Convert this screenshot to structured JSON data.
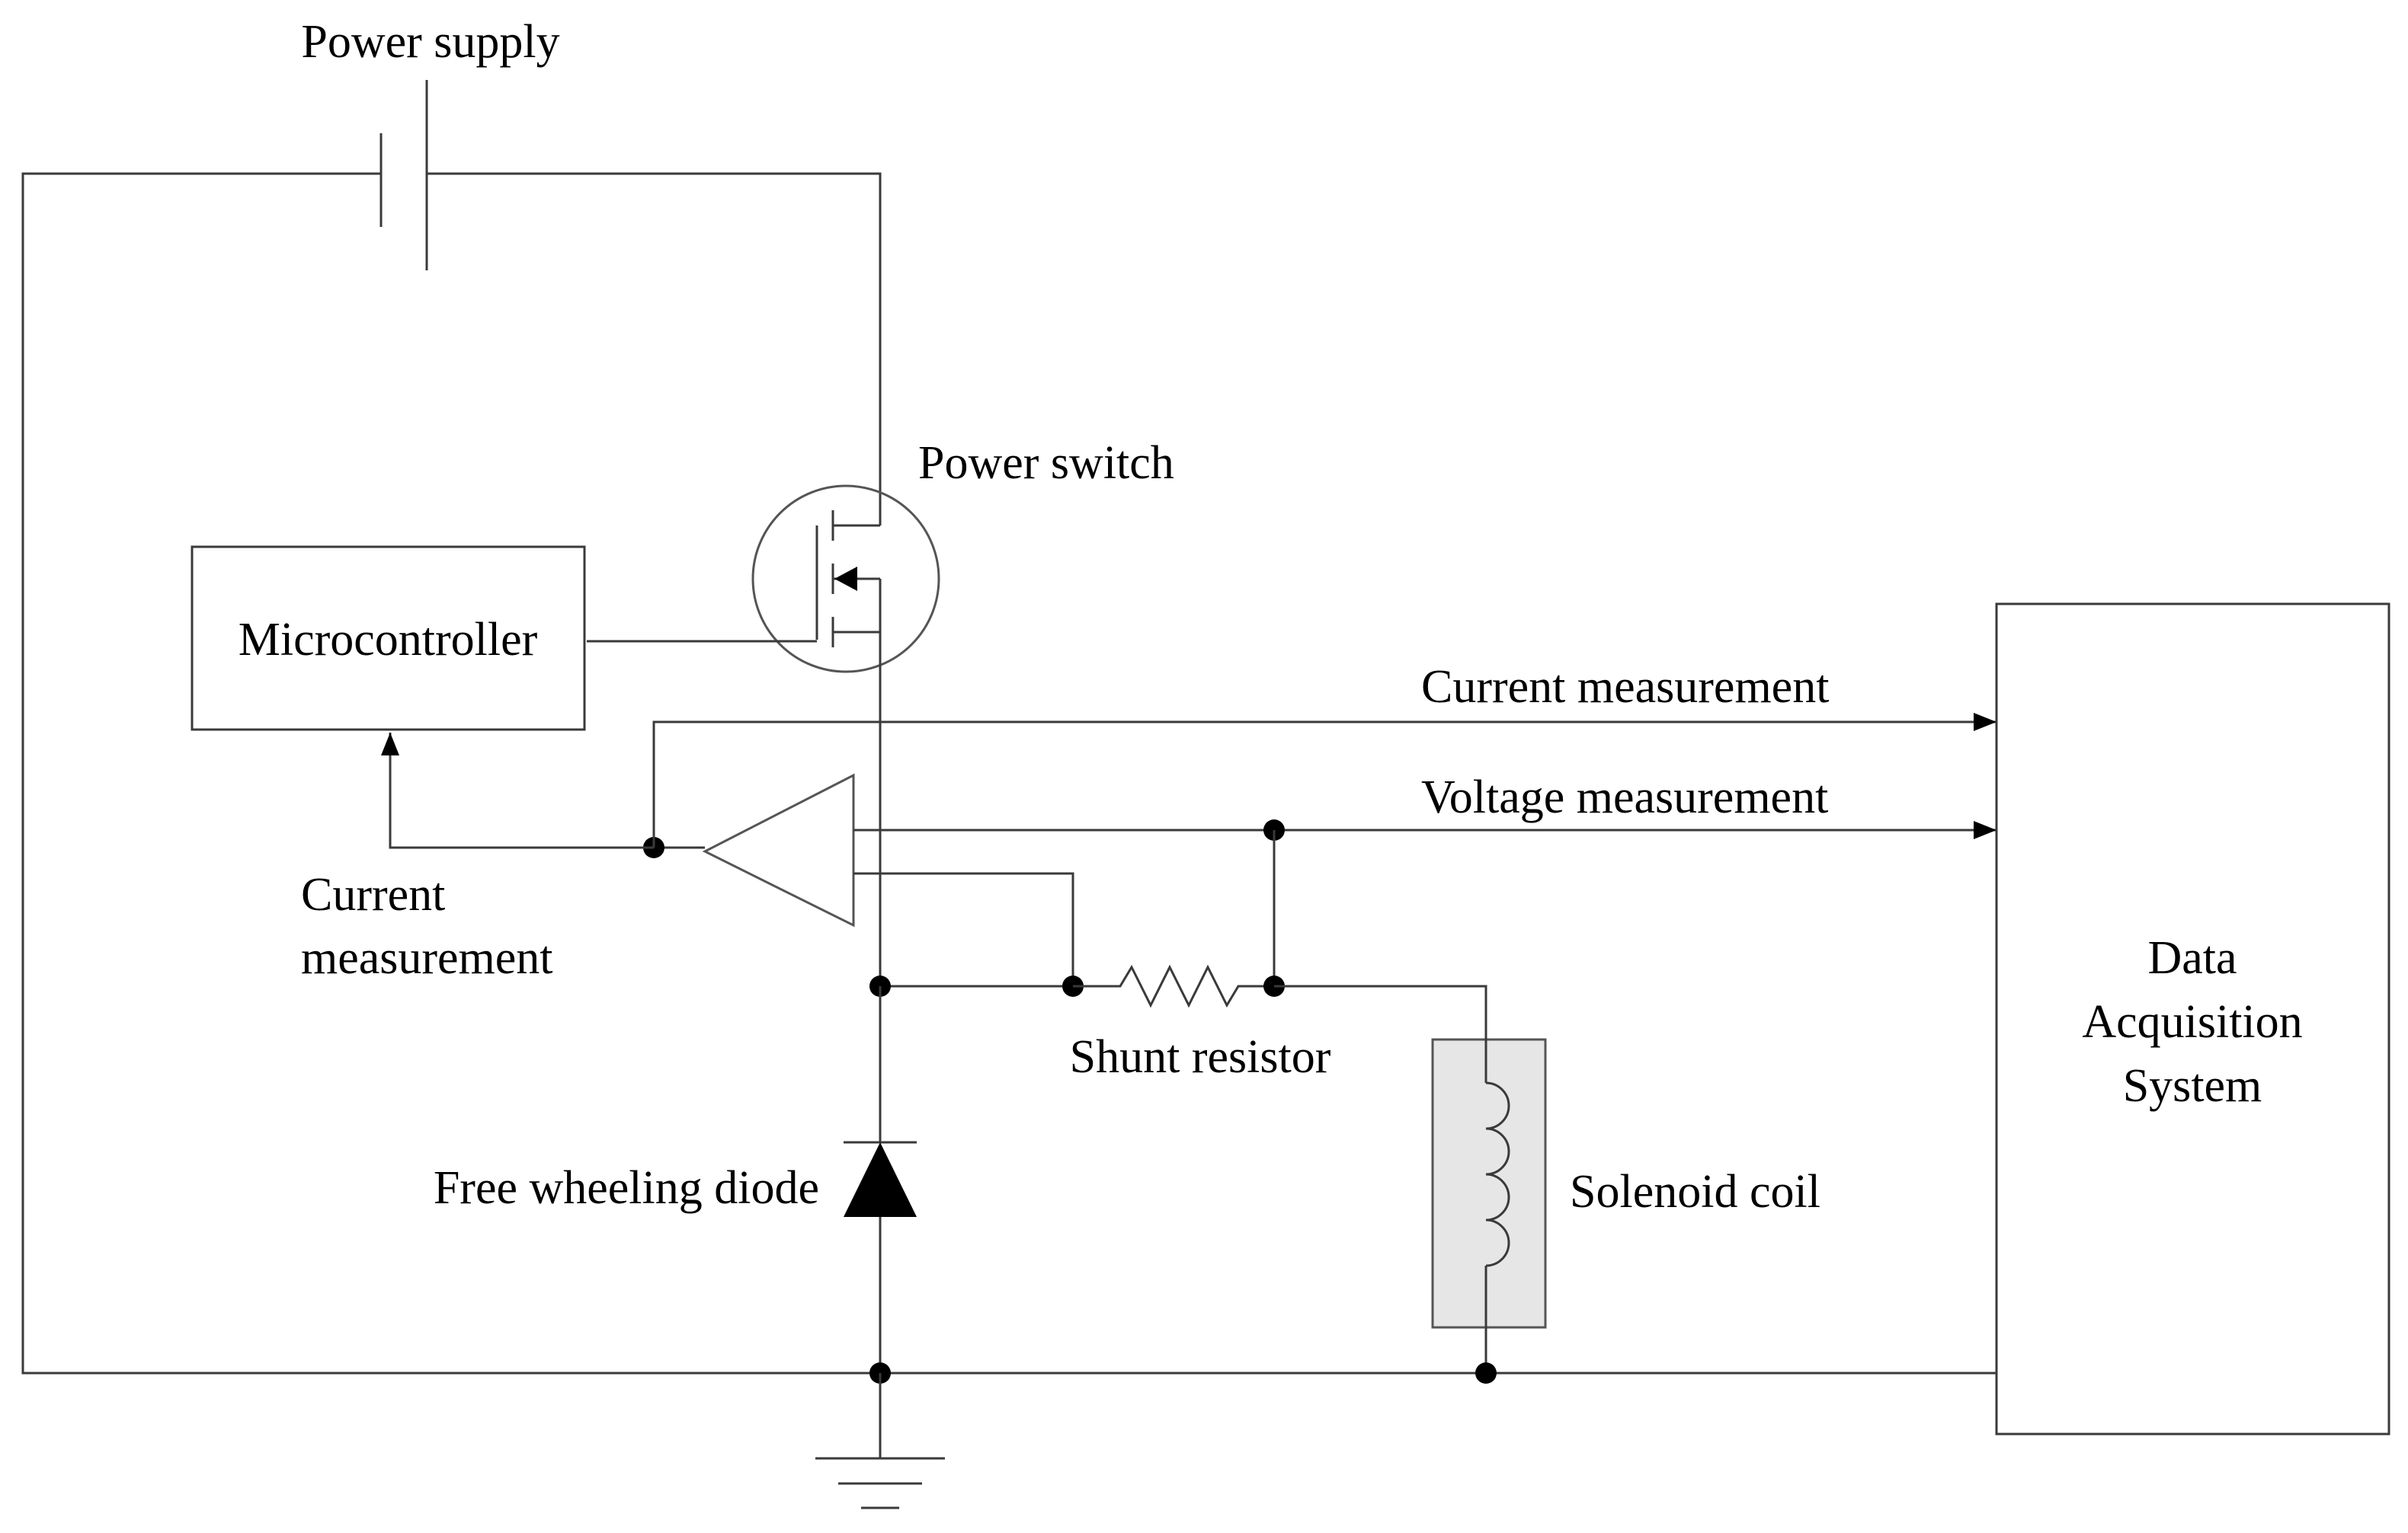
{
  "diagram": {
    "labels": {
      "power_supply": "Power supply",
      "power_switch": "Power switch",
      "microcontroller": "Microcontroller",
      "current_measurement_top": "Current measurement",
      "voltage_measurement": "Voltage measurement",
      "current_measurement_left_line1": "Current",
      "current_measurement_left_line2": "measurement",
      "shunt_resistor": "Shunt resistor",
      "free_wheeling_diode": "Free wheeling diode",
      "solenoid_coil": "Solenoid coil",
      "daq_line1": "Data",
      "daq_line2": "Acquisition",
      "daq_line3": "System"
    },
    "colors": {
      "wire": "#3a3a3a",
      "coil_fill": "#e6e6e6",
      "component_fill": "#000000",
      "background": "#ffffff"
    },
    "components": [
      {
        "name": "power-supply",
        "icon": "battery-symbol"
      },
      {
        "name": "power-switch",
        "icon": "mosfet-symbol"
      },
      {
        "name": "microcontroller",
        "icon": "box"
      },
      {
        "name": "amplifier",
        "icon": "op-amp-triangle"
      },
      {
        "name": "shunt-resistor",
        "icon": "resistor-zigzag"
      },
      {
        "name": "free-wheeling-diode",
        "icon": "diode-symbol"
      },
      {
        "name": "solenoid-coil",
        "icon": "inductor-symbol"
      },
      {
        "name": "data-acquisition-system",
        "icon": "box"
      },
      {
        "name": "ground",
        "icon": "ground-symbol"
      }
    ]
  }
}
